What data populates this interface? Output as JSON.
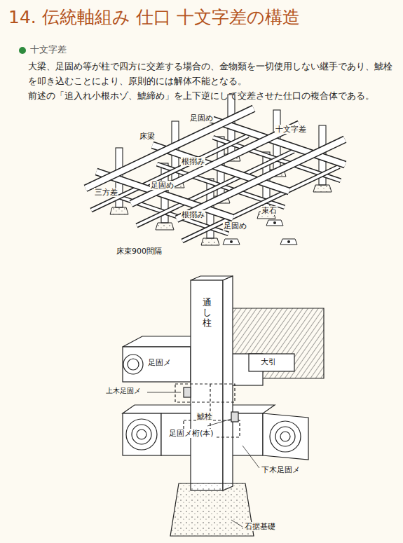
{
  "diagram": {
    "title": "14. 伝統軸組み 仕口 十文字差の構造",
    "labels": [
      "十文字差",
      "大梁、足固め等が柱で四方に交差する場合の、金物類を一切使用しない継手であり、鯱栓を叩き込むことにより、原則的には解体不能となる。",
      "前述の「追入れ小根ホゾ、鯱締め」を上下逆にして交差させた仕口の複合体である。",
      "足固め",
      "床梁",
      "十文字差",
      "根搦み",
      "足固め",
      "三方差",
      "根搦み",
      "束石",
      "足固め",
      "床束900間隔",
      "通し柱",
      "足固メ",
      "上木足固メ",
      "足固メ桁(本)",
      "鯱栓",
      "下木足固メ",
      "大引",
      "石据基礎"
    ]
  }
}
